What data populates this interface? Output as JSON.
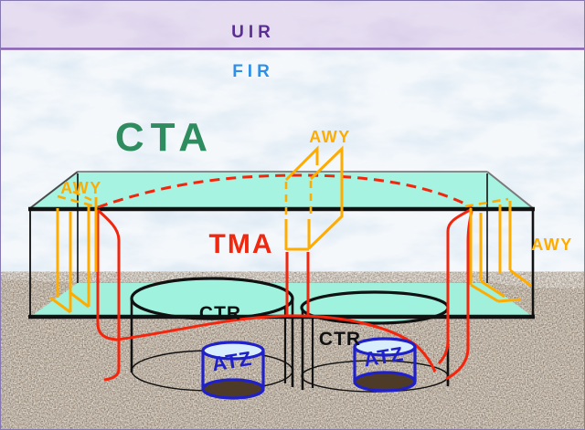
{
  "diagram": {
    "kind": "airspace-structure-diagram",
    "bands": {
      "uir": "UIR",
      "fir": "FIR"
    },
    "labels": {
      "cta": "CTA",
      "tma": "TMA",
      "awy": "AWY",
      "ctr": "CTR",
      "atz": "ATZ"
    },
    "colors": {
      "uir_band": "#D9CDE9",
      "uir_text": "#5B2E91",
      "uir_divider": "#8A5FB8",
      "fir_text": "#2E8FE8",
      "sky": "#D8E6F2",
      "ground": "#9A8875",
      "cta_text": "#2E8C5F",
      "tma_red": "#F02810",
      "awy_amber": "#FFAC00",
      "slab_teal": "#A5F3E0",
      "ctr_black": "#111111",
      "atz_blue": "#2020C8",
      "atz_top_fill": "#D8EEFC",
      "atz_bottom_fill": "#4E3B27"
    }
  }
}
